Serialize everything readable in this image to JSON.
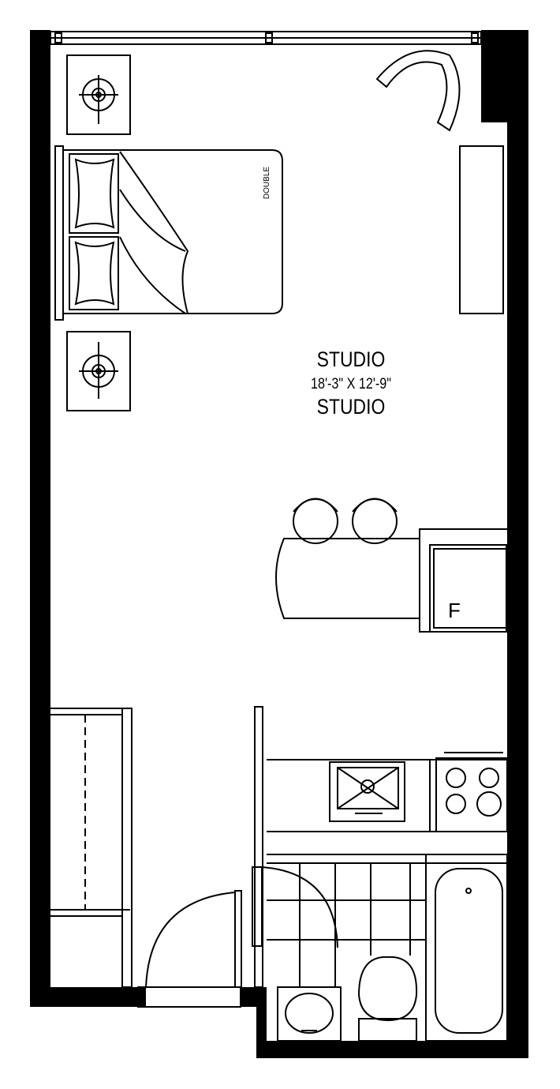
{
  "room": {
    "name": "STUDIO",
    "dimensions": "18'-3\" X 12'-9\"",
    "name_repeat": "STUDIO"
  },
  "furniture": {
    "bed_label": "DOUBLE",
    "fridge_label": "F"
  },
  "colors": {
    "wall": "#000000",
    "background": "#ffffff"
  }
}
